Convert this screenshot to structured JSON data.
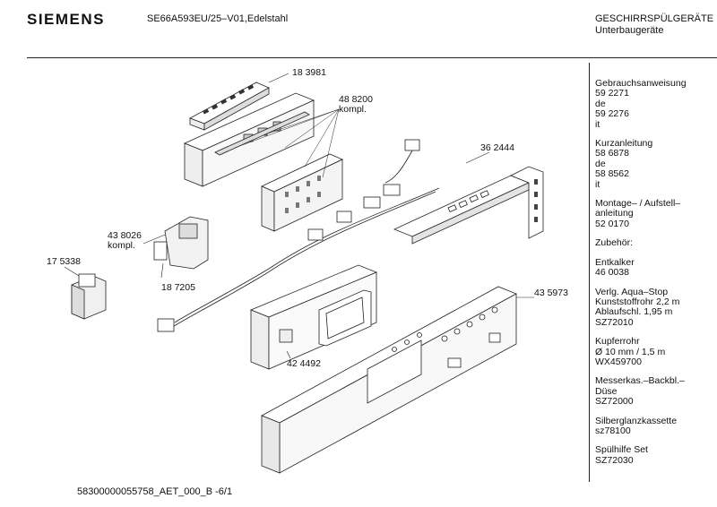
{
  "header": {
    "brand": "SIEMENS",
    "model": "SE66A593EU/25–V01,Edelstahl",
    "category_line1": "GESCHIRRSPÜLGERÄTE",
    "category_line2": "Unterbaugeräte"
  },
  "part_labels": {
    "p183981": "18  3981",
    "p488200": "48 8200",
    "p488200b": "kompl.",
    "p362444": "36 2444",
    "p438026": "43 8026",
    "p438026b": "kompl.",
    "p175338": "17 5338",
    "p187205": "18 7205",
    "p435973": "43 5973",
    "p424492": "42 4492"
  },
  "sidebar": {
    "blocks": [
      [
        "Gebrauchsanweisung",
        "59 2271",
        "de",
        "59 2276",
        "it"
      ],
      [
        "Kurzanleitung",
        "58 6878",
        "de",
        "58 8562",
        "it"
      ],
      [
        "Montage– / Aufstell–",
        "anleitung",
        "52 0170"
      ],
      [
        "Zubehör:"
      ],
      [
        "Entkalker",
        "46 0038"
      ],
      [
        "Verlg. Aqua–Stop",
        "Kunststoffrohr 2,2 m",
        "Ablaufschl. 1,95 m",
        "SZ72010"
      ],
      [
        "Kupferrohr",
        "Ø 10 mm / 1,5 m",
        "WX459700"
      ],
      [
        "Messerkas.–Backbl.–",
        "Düse",
        "SZ72000"
      ],
      [
        "Silberglanzkassette",
        "sz78100"
      ],
      [
        "Spülhilfe Set",
        "SZ72030"
      ]
    ]
  },
  "footer": {
    "doc_id": "58300000055758_AET_000_B  -6/1"
  }
}
